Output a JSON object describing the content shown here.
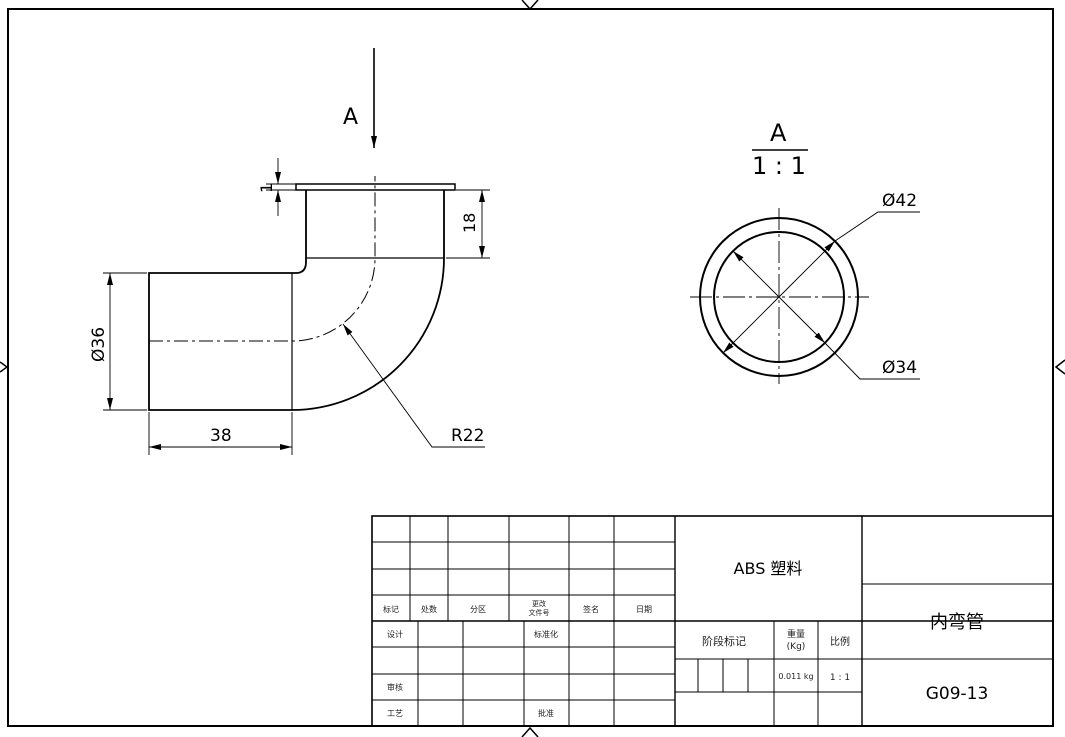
{
  "view_a": {
    "section_label": "A",
    "scale_label": "1 : 1",
    "dia_outer": "Ø42",
    "dia_inner": "Ø34"
  },
  "elbow": {
    "view_arrow_label": "A",
    "flange_thickness": "1",
    "flange_height": "18",
    "pipe_diameter": "Ø36",
    "straight_length": "38",
    "bend_radius": "R22"
  },
  "title_block": {
    "header_labels": [
      "标记",
      "处数",
      "分区",
      "更改",
      "文件号",
      "签名",
      "日期"
    ],
    "sign_rows": {
      "design": "设计",
      "standardize": "标准化",
      "review": "审核",
      "process": "工艺",
      "approve": "批准"
    },
    "material": "ABS 塑料",
    "stage_mark": "阶段标记",
    "weight_label": "重量",
    "weight_unit": "(Kg)",
    "scale_label": "比例",
    "weight_value": "0.011 kg",
    "scale_value": "1 : 1",
    "part_name": "内弯管",
    "drawing_number": "G09-13"
  }
}
